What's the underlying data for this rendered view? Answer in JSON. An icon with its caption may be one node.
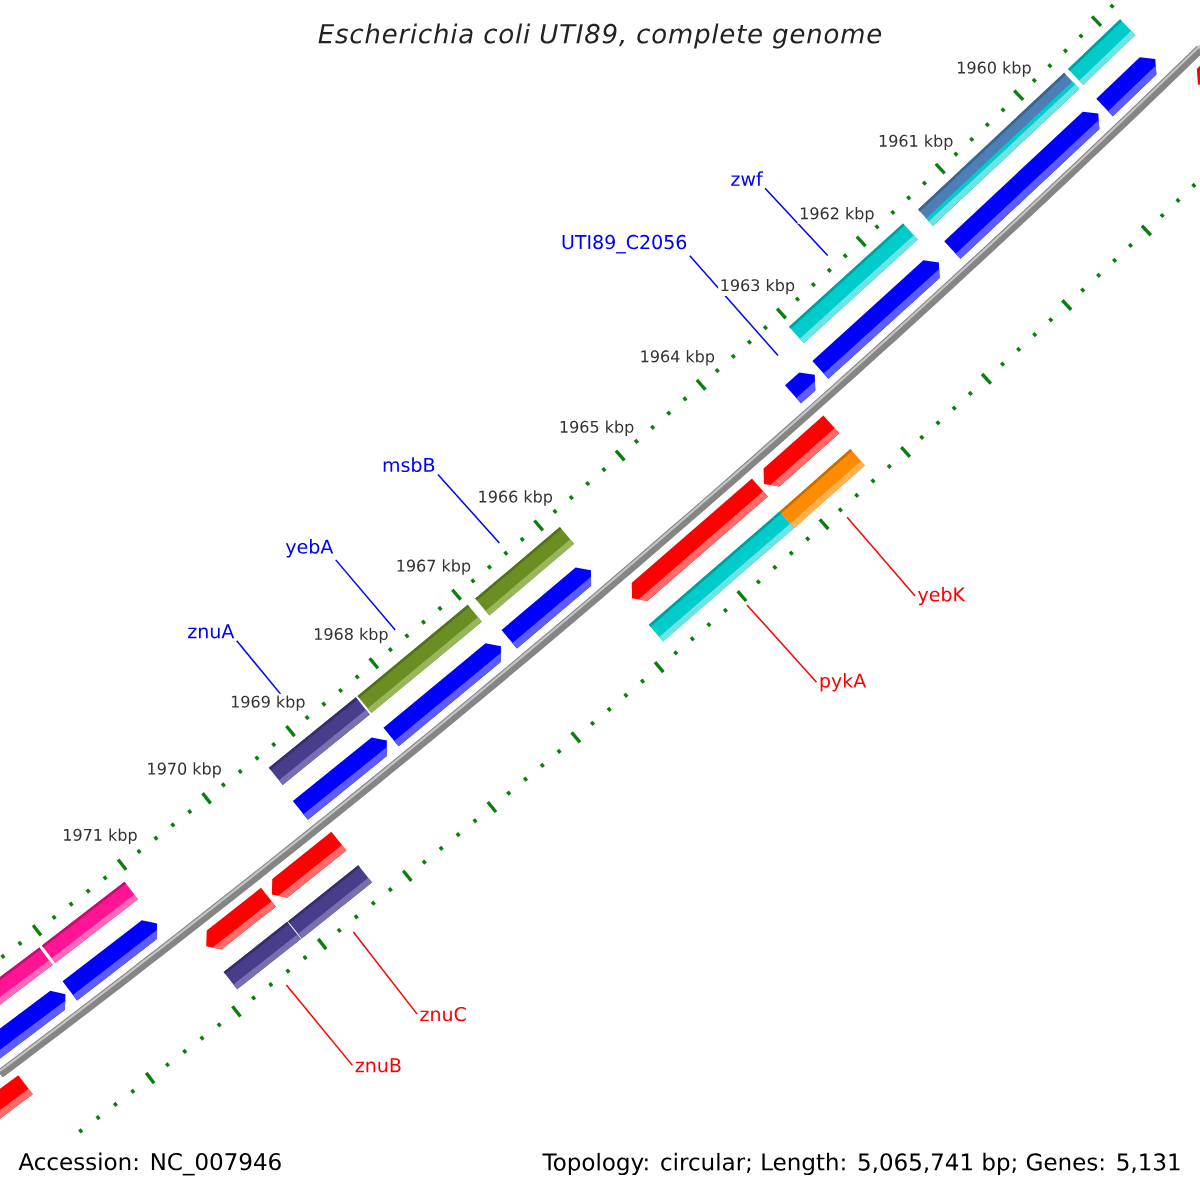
{
  "diagram": {
    "title": "Escherichia coli UTI89, complete genome",
    "nodes": [
      {
        "text": [
          "zwf"
        ]
      },
      {
        "text": [
          "UTI89_C2056"
        ]
      },
      {
        "text": [
          "msbB"
        ]
      },
      {
        "text": [
          "yebA"
        ]
      },
      {
        "text": [
          "yebK"
        ]
      },
      {
        "text": [
          "znuA"
        ]
      },
      {
        "text": [
          "pykA"
        ]
      },
      {
        "text": [
          "znuC"
        ]
      },
      {
        "text": [
          "znuB"
        ]
      },
      {
        "text": [],
        "shape": "bar"
      },
      {
        "text": [],
        "shape": "arrow"
      },
      {
        "text": [],
        "shape": "bar"
      },
      {
        "text": [],
        "shape": "bar"
      },
      {
        "text": [],
        "shape": "bar"
      },
      {
        "text": [],
        "shape": "bar"
      },
      {
        "text": [],
        "shape": "bar"
      },
      {
        "text": [],
        "shape": "bar"
      },
      {
        "text": [],
        "shape": "bar"
      }
    ],
    "edges": [
      {
        "from": 0,
        "to": 9,
        "arrow": "none"
      },
      {
        "from": 1,
        "to": 10,
        "arrow": "none"
      },
      {
        "from": 2,
        "to": 12,
        "arrow": "none"
      },
      {
        "from": 3,
        "to": 14,
        "arrow": "none"
      },
      {
        "from": 4,
        "to": 11,
        "arrow": "none",
        "color": "#ff0000"
      },
      {
        "from": 5,
        "to": 15,
        "arrow": "none"
      },
      {
        "from": 6,
        "to": 13,
        "arrow": "none",
        "color": "#ff0000"
      },
      {
        "from": 7,
        "to": 16,
        "arrow": "none",
        "color": "#ff0000"
      },
      {
        "from": 8,
        "to": 17,
        "arrow": "none",
        "color": "#ff0000"
      }
    ],
    "labels": [
      "1960 kbp",
      "1961 kbp",
      "1962 kbp",
      "1963 kbp",
      "1964 kbp",
      "1965 kbp",
      "1966 kbp",
      "1967 kbp",
      "1968 kbp",
      "1969 kbp",
      "1970 kbp",
      "1971 kbp",
      "Accession: NC_007946",
      "Topology: circular; Length: 5,065,741 bp; Genes: 5,131"
    ]
  }
}
